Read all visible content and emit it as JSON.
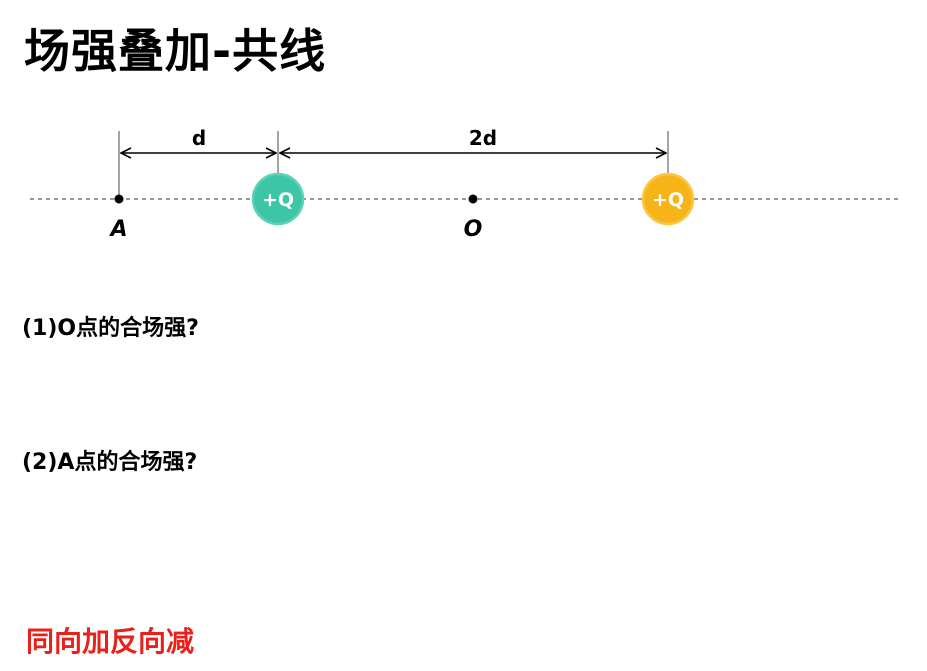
{
  "title": "场强叠加-共线",
  "diagram": {
    "dim_left": "d",
    "dim_right": "2d",
    "point_a": "A",
    "point_o": "O",
    "charge_1": "+Q",
    "charge_2": "+Q",
    "colors": {
      "charge_1_fill": "#3cc6a6",
      "charge_1_stroke": "#5ed2b8",
      "charge_2_fill": "#f7b419",
      "charge_2_stroke": "#f9c84a",
      "axis_line": "#777777",
      "marks": "#000000"
    }
  },
  "questions": [
    {
      "text": "(1)O点的合场强?"
    },
    {
      "text": "(2)A点的合场强?"
    }
  ],
  "summary": {
    "text": "同向加反向减",
    "color": "#e8211c"
  }
}
